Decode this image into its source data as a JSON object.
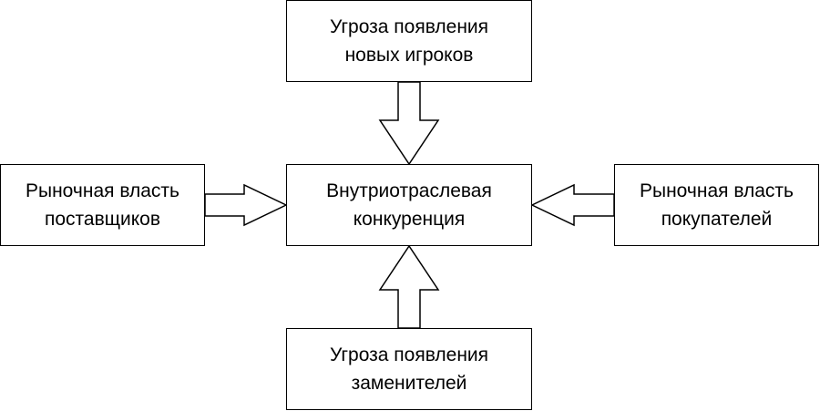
{
  "diagram": {
    "top": {
      "label": "Угроза появления\nновых игроков"
    },
    "left": {
      "label": "Рыночная власть\nпоставщиков"
    },
    "center": {
      "label": "Внутриотраслевая\nконкуренция"
    },
    "right": {
      "label": "Рыночная власть\nпокупателей"
    },
    "bottom": {
      "label": "Угроза появления\nзаменителей"
    }
  },
  "colors": {
    "stroke": "#000000",
    "fill": "#ffffff"
  }
}
